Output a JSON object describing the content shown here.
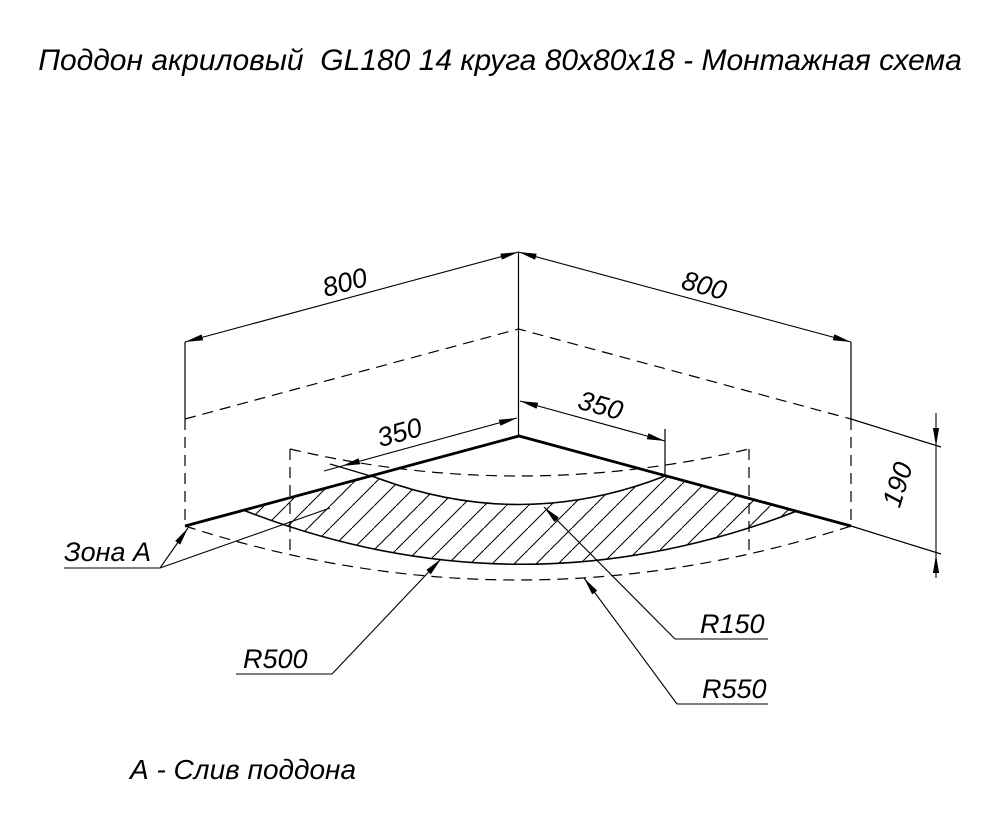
{
  "title": "Поддон акриловый  GL180 14 круга 80х80х18 - Монтажная схема",
  "note": "А - Слив поддона",
  "zone": {
    "label": "Зона А"
  },
  "dims": {
    "width_left": "800",
    "width_right": "800",
    "offset_left": "350",
    "offset_right": "350",
    "height": "190"
  },
  "radii": {
    "drain": "R150",
    "bottom": "R500",
    "outer": "R550"
  },
  "colors": {
    "line": "#000000",
    "background": "#ffffff"
  }
}
